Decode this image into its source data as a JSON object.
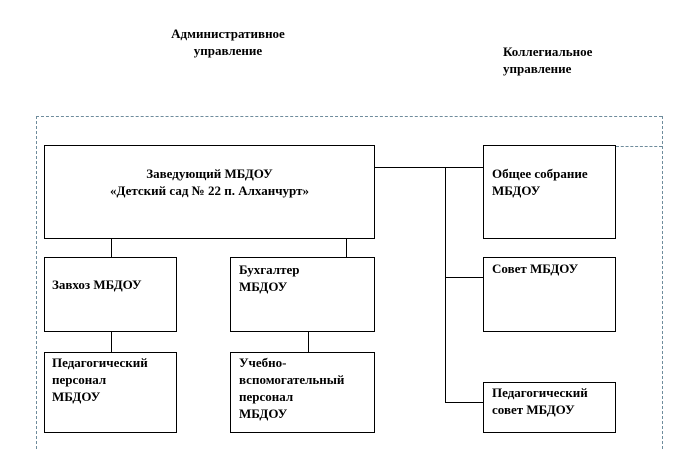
{
  "headings": {
    "administrative": [
      "Административное",
      "управление"
    ],
    "collegial": [
      "Коллегиальное",
      "управление"
    ]
  },
  "boxes": {
    "head": [
      "Заведующий МБДОУ",
      "«Детский сад № 22 п. Алханчурт»"
    ],
    "supply_manager": [
      "Завхоз МБДОУ"
    ],
    "accountant": [
      "Бухгалтер",
      "МБДОУ"
    ],
    "teaching_staff": [
      "Педагогический",
      "персонал",
      "МБДОУ"
    ],
    "support_staff": [
      "Учебно-",
      "вспомогательный",
      "персонал",
      "МБДОУ"
    ],
    "general_meeting": [
      "Общее собрание",
      "МБДОУ"
    ],
    "council": [
      "Совет МБДОУ"
    ],
    "pedagogical_council": [
      "Педагогический",
      "совет МБДОУ"
    ]
  }
}
